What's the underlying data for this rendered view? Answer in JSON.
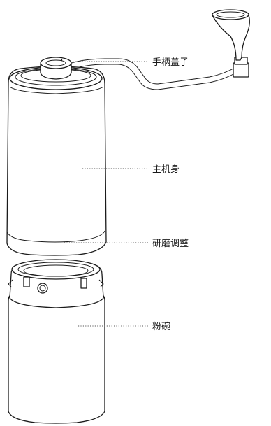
{
  "labels": {
    "handle_cap": "手柄盖子",
    "main_body": "主机身",
    "grind_adjust": "研磨调整",
    "powder_bowl": "粉碗"
  },
  "colors": {
    "line": "#1a1a1a",
    "leader": "#555555",
    "background": "#ffffff"
  }
}
